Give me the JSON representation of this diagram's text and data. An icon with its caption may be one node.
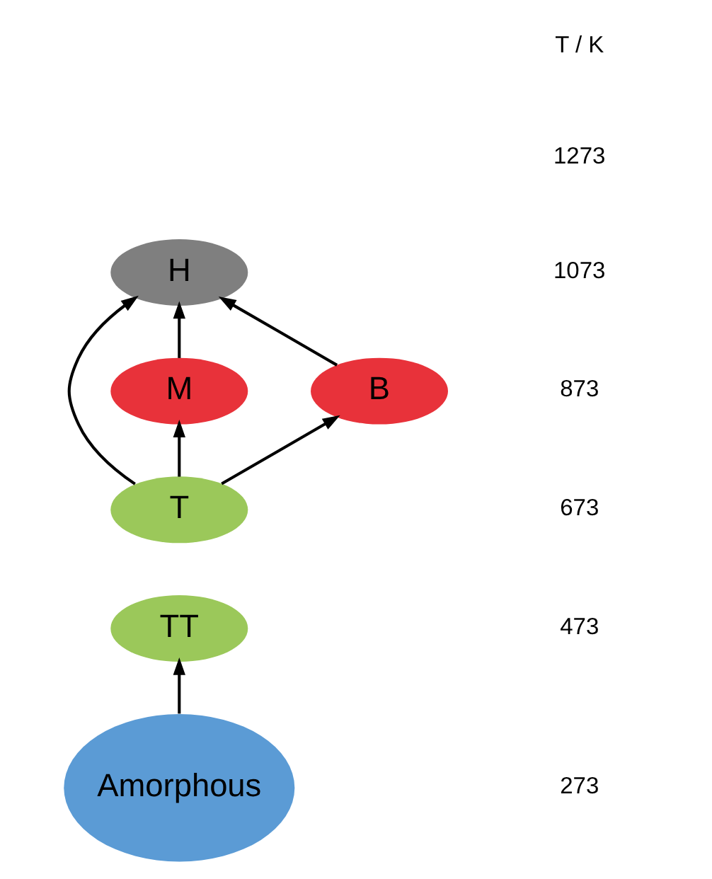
{
  "diagram": {
    "nodes": [
      {
        "text": [
          "H"
        ]
      },
      {
        "text": [
          "M"
        ]
      },
      {
        "text": [
          "B"
        ]
      },
      {
        "text": [
          "T"
        ]
      },
      {
        "text": [
          "TT"
        ]
      },
      {
        "text": [
          "Amorphous"
        ]
      }
    ],
    "edges": [
      {
        "from": 1,
        "to": 0,
        "arrow": "to"
      },
      {
        "from": 3,
        "to": 0,
        "arrow": "to"
      },
      {
        "from": 2,
        "to": 0,
        "arrow": "to"
      },
      {
        "from": 3,
        "to": 1,
        "arrow": "to"
      },
      {
        "from": 3,
        "to": 2,
        "arrow": "to"
      },
      {
        "from": 5,
        "to": 4,
        "arrow": "to"
      }
    ],
    "labels": [
      "T / K",
      "1273",
      "1073",
      "873",
      "673",
      "473",
      "273"
    ]
  }
}
